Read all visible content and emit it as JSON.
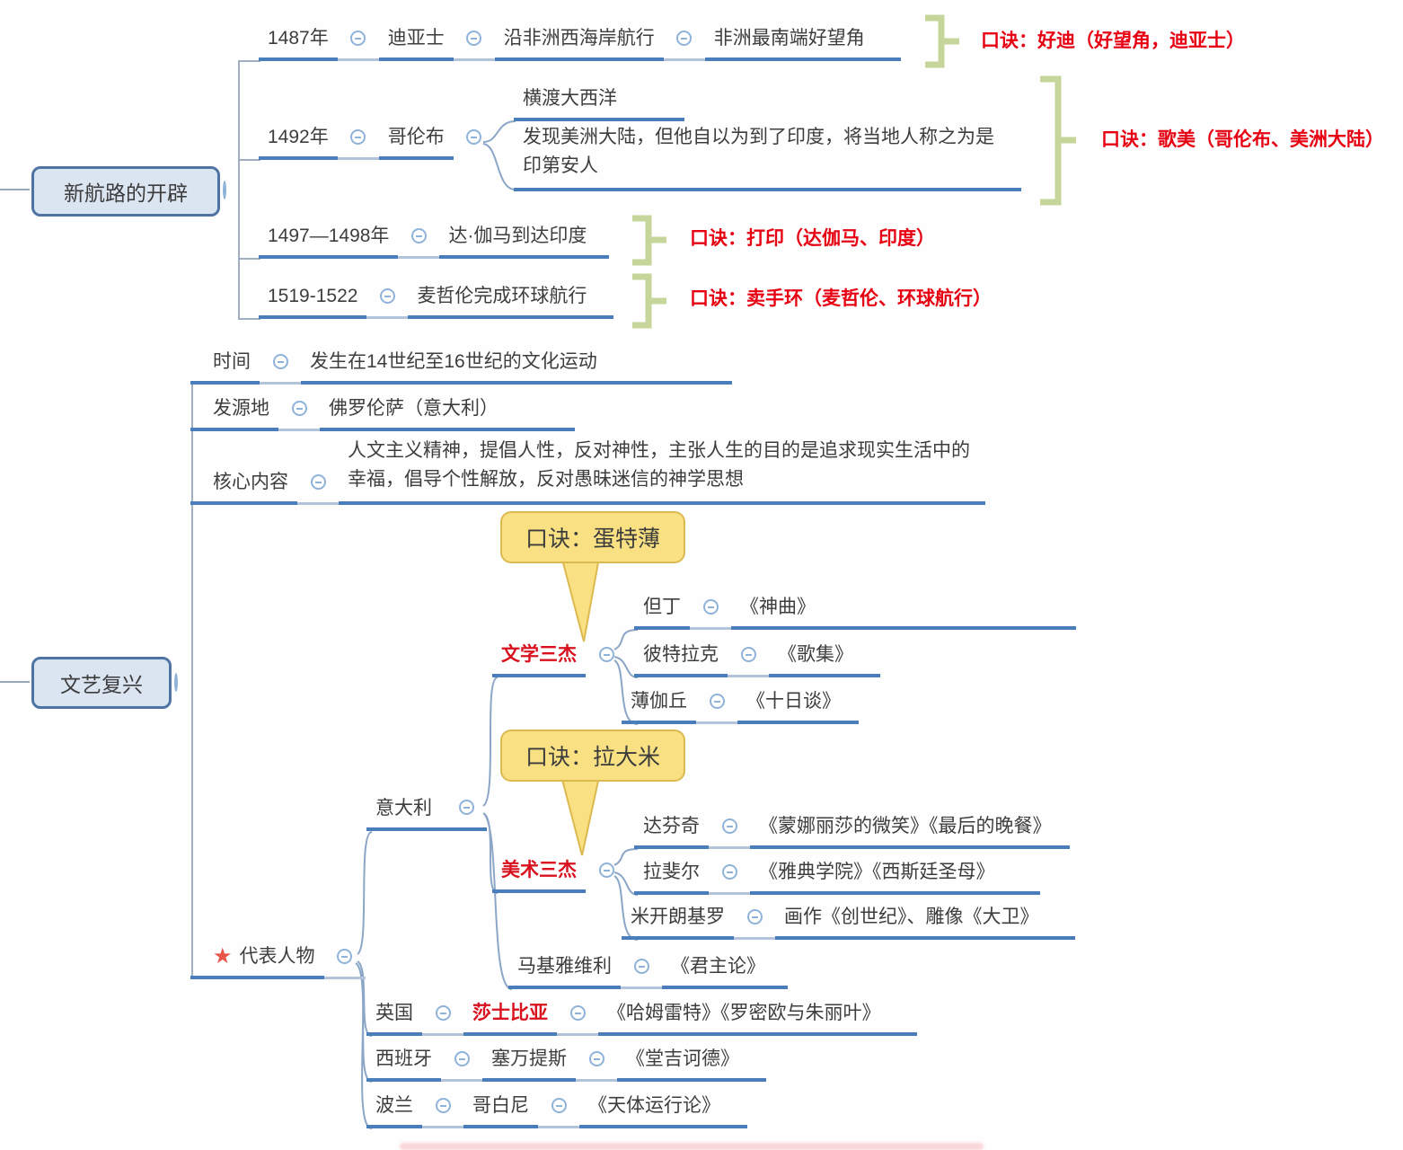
{
  "colors": {
    "branch_line": "#4a7ebb",
    "connector_light": "#b3c3d9",
    "topic_text": "#3d3d3d",
    "mnemonic_red": "#e60012",
    "red_topic": "#d9101e",
    "box_fill": "#dbe5f1",
    "box_border": "#4f74a3",
    "bracket_olive": "#c6d69b",
    "callout_fill": "#f9e183",
    "callout_border": "#dcb94f",
    "collapse_icon_blue": "#8fb3d9",
    "star_red": "#e8534a"
  },
  "icons": {
    "collapse": "circled-minus",
    "star_glyph": "★"
  },
  "voyages": {
    "title": "新航路的开辟",
    "rows": [
      {
        "year": "1487年",
        "person": "迪亚士",
        "route": "沿非洲西海岸航行",
        "result": "非洲最南端好望角",
        "mnemonic": "口诀：好迪（好望角，迪亚士）"
      },
      {
        "year": "1492年",
        "person": "哥伦布",
        "sub1": "横渡大西洋",
        "sub2": "发现美洲大陆，但他自以为到了印度，将当地人称之为是印第安人",
        "mnemonic": "口诀：歌美（哥伦布、美洲大陆）"
      },
      {
        "year": "1497—1498年",
        "event": "达·伽马到达印度",
        "mnemonic": "口诀：打印（达伽马、印度）"
      },
      {
        "year": "1519-1522",
        "event": "麦哲伦完成环球航行",
        "mnemonic": "口诀：卖手环（麦哲伦、环球航行）"
      }
    ]
  },
  "renaissance": {
    "title": "文艺复兴",
    "time": {
      "label": "时间",
      "value": "发生在14世纪至16世纪的文化运动"
    },
    "origin": {
      "label": "发源地",
      "value": "佛罗伦萨（意大利）"
    },
    "core": {
      "label": "核心内容",
      "value": "人文主义精神，提倡人性，反对神性，主张人生的目的是追求现实生活中的幸福，倡导个性解放，反对愚昧迷信的神学思想"
    },
    "figures_label": "代表人物",
    "callouts": {
      "literature": "口诀：蛋特薄",
      "art": "口诀：拉大米"
    },
    "italy": {
      "label": "意大利",
      "literature_trio": {
        "label": "文学三杰",
        "members": [
          {
            "name": "但丁",
            "work": "《神曲》"
          },
          {
            "name": "彼特拉克",
            "work": "《歌集》"
          },
          {
            "name": "薄伽丘",
            "work": "《十日谈》"
          }
        ]
      },
      "art_trio": {
        "label": "美术三杰",
        "members": [
          {
            "name": "达芬奇",
            "work": "《蒙娜丽莎的微笑》《最后的晚餐》"
          },
          {
            "name": "拉斐尔",
            "work": "《雅典学院》《西斯廷圣母》"
          },
          {
            "name": "米开朗基罗",
            "work": "画作《创世纪》、雕像《大卫》"
          }
        ]
      },
      "machiavelli": {
        "name": "马基雅维利",
        "work": "《君主论》"
      }
    },
    "countries": [
      {
        "country": "英国",
        "person": "莎士比亚",
        "works": "《哈姆雷特》《罗密欧与朱丽叶》"
      },
      {
        "country": "西班牙",
        "person": "塞万提斯",
        "works": "《堂吉诃德》"
      },
      {
        "country": "波兰",
        "person": "哥白尼",
        "works": "《天体运行论》"
      }
    ]
  }
}
